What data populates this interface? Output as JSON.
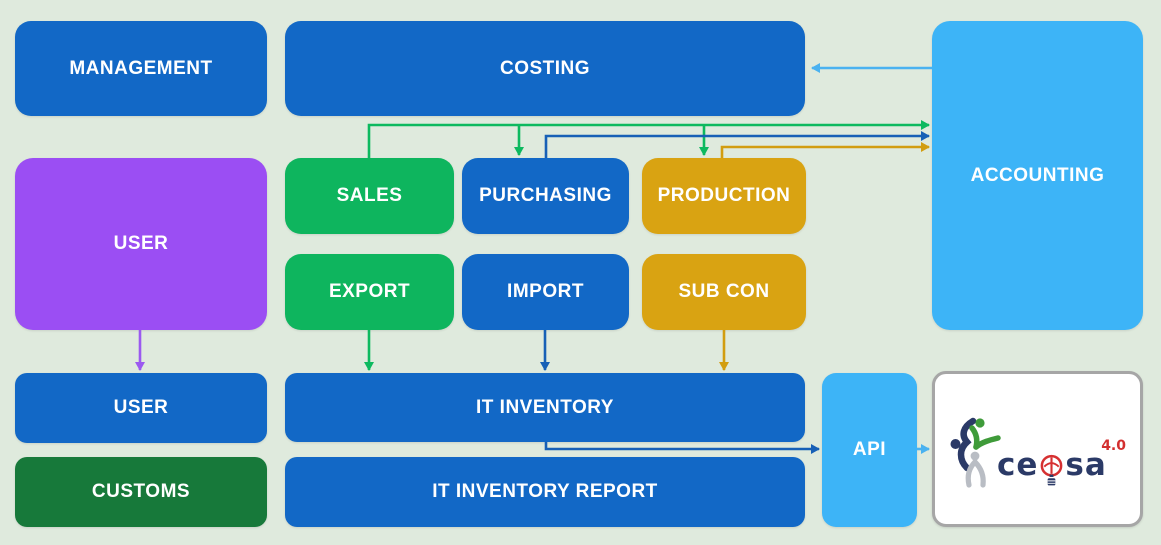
{
  "palette": {
    "background": "#dfeadd",
    "blue": "#1268c6",
    "green": "#0eb55e",
    "gold": "#d9a312",
    "light_blue": "#3db4f7",
    "purple": "#9b4ef3",
    "dark_green": "#17793a",
    "connector_green": "#0db95f",
    "connector_blue": "#1760b6",
    "connector_gold": "#d29d10",
    "connector_light_blue": "#4ab2f0",
    "connector_purple": "#9b59f0"
  },
  "nodes": {
    "management": {
      "label": "MANAGEMENT",
      "color": "#1268c6"
    },
    "costing": {
      "label": "COSTING",
      "color": "#1268c6"
    },
    "accounting": {
      "label": "ACCOUNTING",
      "color": "#3db4f7"
    },
    "user_area": {
      "label": "USER",
      "color": "#9b4ef3"
    },
    "sales": {
      "label": "SALES",
      "color": "#0eb55e"
    },
    "purchasing": {
      "label": "PURCHASING",
      "color": "#1268c6"
    },
    "production": {
      "label": "PRODUCTION",
      "color": "#d9a312"
    },
    "export": {
      "label": "EXPORT",
      "color": "#0eb55e"
    },
    "import": {
      "label": "IMPORT",
      "color": "#1268c6"
    },
    "subcon": {
      "label": "SUB CON",
      "color": "#d9a312"
    },
    "user": {
      "label": "USER",
      "color": "#1268c6"
    },
    "it_inventory": {
      "label": "IT INVENTORY",
      "color": "#1268c6"
    },
    "api": {
      "label": "API",
      "color": "#3db4f7"
    },
    "customs": {
      "label": "CUSTOMS",
      "color": "#17793a"
    },
    "it_inventory_report": {
      "label": "IT INVENTORY REPORT",
      "color": "#1268c6"
    }
  },
  "logo": {
    "brand": "ceisa",
    "wordmark_prefix": "ce",
    "wordmark_suffix": "sa",
    "version": "4.0",
    "navy": "#2b3a67",
    "red": "#d63031"
  },
  "edges": [
    {
      "from": "accounting",
      "to": "costing",
      "color": "light_blue"
    },
    {
      "from": "sales",
      "to": "accounting",
      "color": "green",
      "branches_to": [
        "purchasing",
        "production"
      ]
    },
    {
      "from": "purchasing",
      "to": "accounting",
      "color": "blue"
    },
    {
      "from": "production",
      "to": "accounting",
      "color": "gold"
    },
    {
      "from": "user_area",
      "to": "user",
      "color": "purple"
    },
    {
      "from": "export",
      "to": "it_inventory",
      "color": "green"
    },
    {
      "from": "import",
      "to": "it_inventory",
      "color": "blue"
    },
    {
      "from": "subcon",
      "to": "it_inventory",
      "color": "gold"
    },
    {
      "from": "it_inventory",
      "to": "api",
      "color": "blue"
    },
    {
      "from": "api",
      "to": "ceisa_logo",
      "color": "light_blue"
    }
  ]
}
